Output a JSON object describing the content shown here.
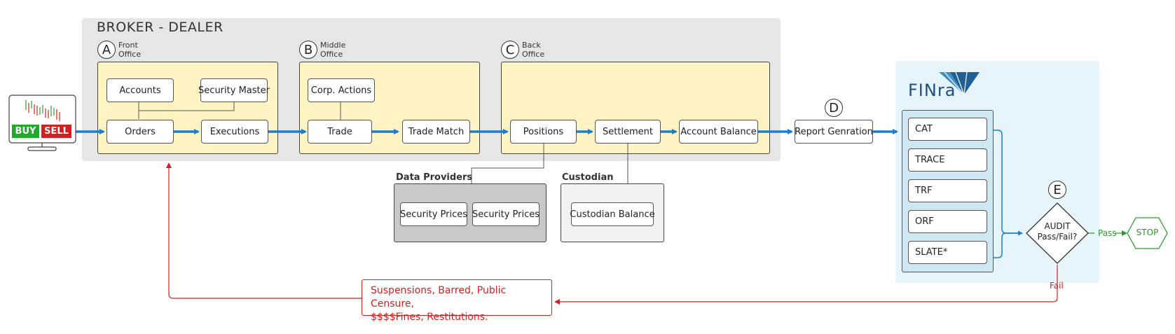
{
  "broker_dealer": {
    "title": "BROKER - DEALER",
    "front_office": {
      "letter": "A",
      "name_line1": "Front",
      "name_line2": "Office",
      "accounts": "Accounts",
      "security_master": "Security Master",
      "orders": "Orders",
      "executions": "Executions"
    },
    "middle_office": {
      "letter": "B",
      "name_line1": "Middle",
      "name_line2": "Office",
      "corp_actions": "Corp. Actions",
      "trade": "Trade",
      "trade_match": "Trade Match"
    },
    "back_office": {
      "letter": "C",
      "name_line1": "Back",
      "name_line2": "Office",
      "positions": "Positions",
      "settlement": "Settlement",
      "account_balance": "Account Balance"
    }
  },
  "terminal": {
    "buy": "BUY",
    "sell": "SELL"
  },
  "data_providers": {
    "title": "Data Providers",
    "item1": "Security Prices",
    "item2": "Security Prices"
  },
  "custodian": {
    "title": "Custodian",
    "item": "Custodian Balance"
  },
  "report": {
    "letter": "D",
    "label": "Report Genration"
  },
  "finra": {
    "logo_text": "FINra",
    "reports": [
      "CAT",
      "TRACE",
      "TRF",
      "ORF",
      "SLATE*"
    ]
  },
  "audit": {
    "letter": "E",
    "line1": "AUDIT",
    "line2": "Pass/Fail?",
    "pass": "Pass",
    "fail": "Fail",
    "stop": "STOP"
  },
  "penalty": {
    "line1": "Suspensions, Barred, Public Censure,",
    "line2": "$$$$Fines, Restitutions."
  },
  "colors": {
    "flow": "#1a7fd1",
    "fail": "#d21f1f",
    "pass": "#2a9d2a",
    "finra_bg": "#e6f5fc",
    "report_panel": "#cde8f3"
  }
}
